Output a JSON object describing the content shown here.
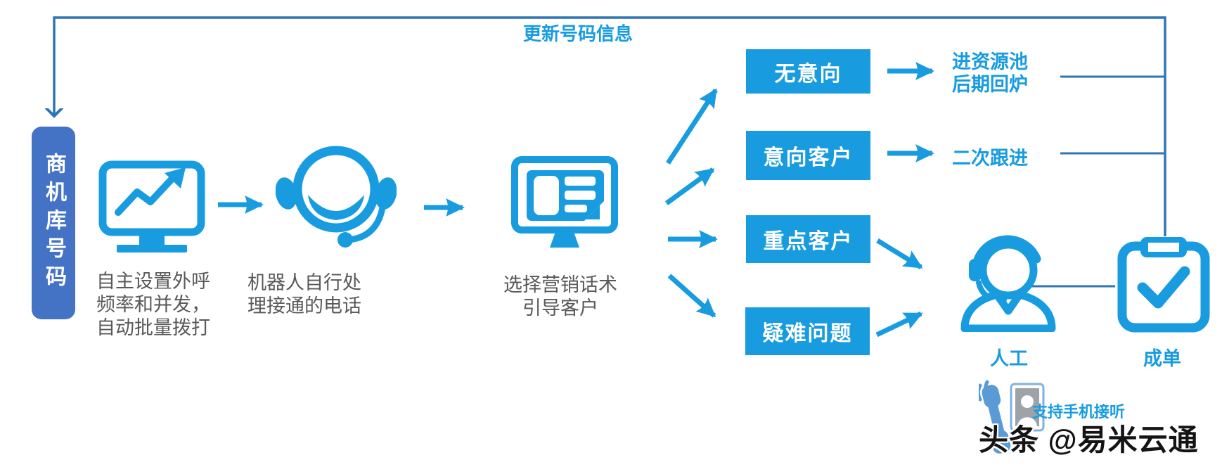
{
  "palette": {
    "cyan": "#189CDF",
    "dark_blue": "#2E75B6",
    "pill_blue": "#4472C4",
    "caption_gray": "#595959",
    "phone_blue": "#5B9BD5",
    "card_gray": "#9DA3A8"
  },
  "source": {
    "label": "商机库号码"
  },
  "feedback": {
    "label": "更新号码信息"
  },
  "steps": {
    "dial": {
      "lines": [
        "自主设置外呼",
        "频率和并发，",
        "自动批量拨打"
      ]
    },
    "robot": {
      "lines": [
        "机器人自行处",
        "理接通的电话"
      ]
    },
    "script": {
      "lines": [
        "选择营销话术",
        "引导客户"
      ]
    }
  },
  "outcomes": [
    {
      "label": "无意向"
    },
    {
      "label": "意向客户"
    },
    {
      "label": "重点客户"
    },
    {
      "label": "疑难问题"
    }
  ],
  "results": {
    "recycle": {
      "lines": [
        "进资源池",
        "后期回炉"
      ]
    },
    "followup": {
      "label": "二次跟进"
    }
  },
  "agent": {
    "label": "人工",
    "note": "支持手机接听"
  },
  "deal": {
    "label": "成单"
  },
  "watermark": {
    "label": "头条 @易米云通"
  }
}
